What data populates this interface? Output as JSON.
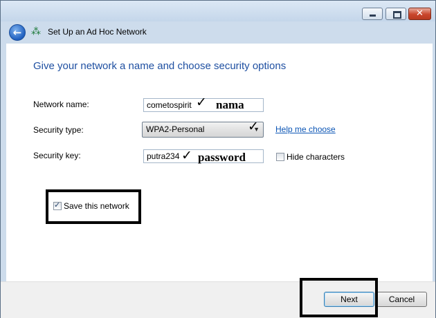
{
  "window": {
    "title": "Set Up an Ad Hoc Network"
  },
  "caption_buttons": {
    "minimize": "–",
    "close": "✕"
  },
  "icons": {
    "back": "back-arrow-icon",
    "network": "ad-hoc-network-icon"
  },
  "page": {
    "heading": "Give your network a name and choose security options",
    "network_name_label": "Network name:",
    "network_name_value": "cometospirit",
    "security_type_label": "Security type:",
    "security_type_value": "WPA2-Personal",
    "help_link": "Help me choose",
    "security_key_label": "Security key:",
    "security_key_value": "putra234",
    "hide_characters_label": "Hide characters",
    "hide_characters_checked": false,
    "save_network_label": "Save this network",
    "save_network_checked": true
  },
  "annotations": {
    "check_mark": "✓",
    "name_note": "nama",
    "key_note": "password"
  },
  "footer": {
    "next_label": "Next",
    "cancel_label": "Cancel"
  },
  "colors": {
    "heading": "#1e4fa1",
    "link": "#0b55b5",
    "annotation": "#000000"
  }
}
